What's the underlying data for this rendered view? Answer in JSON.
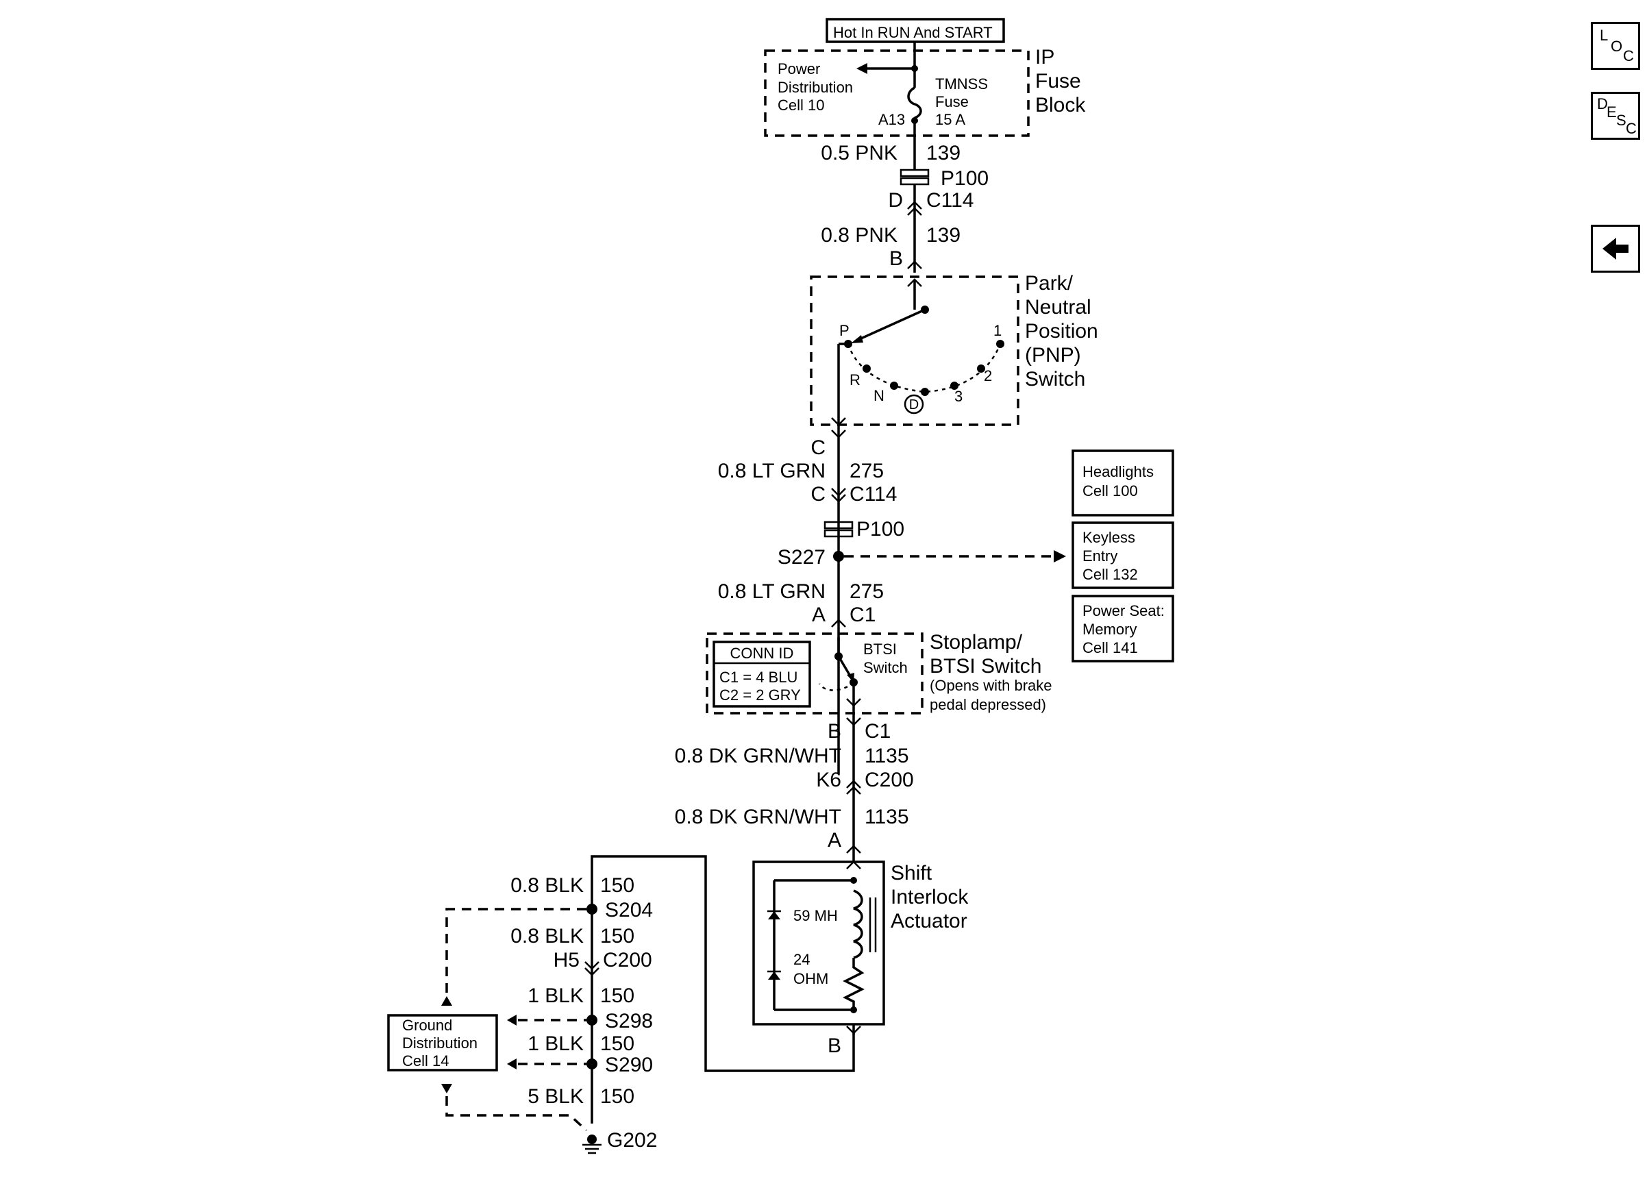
{
  "header": {
    "power_source": "Hot In RUN And START"
  },
  "fuse_block": {
    "title": [
      "IP",
      "Fuse",
      "Block"
    ],
    "power_dist": [
      "Power",
      "Distribution",
      "Cell 10"
    ],
    "fuse": [
      "TMNSS",
      "Fuse",
      "15 A"
    ],
    "terminal": "A13"
  },
  "wires": {
    "w1": {
      "gauge": "0.5 PNK",
      "circuit": "139"
    },
    "w2": {
      "gauge": "0.8 PNK",
      "circuit": "139"
    },
    "w3": {
      "gauge": "0.8 LT GRN",
      "circuit": "275"
    },
    "w4": {
      "gauge": "0.8 LT GRN",
      "circuit": "275"
    },
    "w5": {
      "gauge": "0.8 DK GRN/WHT",
      "circuit": "1135"
    },
    "w6": {
      "gauge": "0.8 DK GRN/WHT",
      "circuit": "1135"
    },
    "g1": {
      "gauge": "0.8 BLK",
      "circuit": "150"
    },
    "g2": {
      "gauge": "0.8 BLK",
      "circuit": "150"
    },
    "g3": {
      "gauge": "1 BLK",
      "circuit": "150"
    },
    "g4": {
      "gauge": "1 BLK",
      "circuit": "150"
    },
    "g5": {
      "gauge": "5 BLK",
      "circuit": "150"
    }
  },
  "connectors": {
    "p100": "P100",
    "c114": "C114",
    "c1": "C1",
    "c200": "C200",
    "pin_d": "D",
    "pin_b": "B",
    "pin_c": "C",
    "pin_a": "A",
    "pin_k6": "K6",
    "pin_h5": "H5"
  },
  "pnp_switch": {
    "title": [
      "Park/",
      "Neutral",
      "Position",
      "(PNP)",
      "Switch"
    ],
    "positions": {
      "p": "P",
      "r": "R",
      "n": "N",
      "d": "D",
      "three": "3",
      "two": "2",
      "one": "1"
    }
  },
  "splices": {
    "s227": "S227",
    "s204": "S204",
    "s298": "S298",
    "s290": "S290"
  },
  "ground": "G202",
  "refs": {
    "headlights": [
      "Headlights",
      "Cell 100"
    ],
    "keyless": [
      "Keyless",
      "Entry",
      "Cell 132"
    ],
    "power_seat": [
      "Power Seat:",
      "Memory",
      "Cell 141"
    ],
    "ground_dist": [
      "Ground",
      "Distribution",
      "Cell 14"
    ]
  },
  "stoplamp": {
    "title": [
      "Stoplamp/",
      "BTSI Switch"
    ],
    "note": [
      "(Opens with brake",
      "pedal depressed)"
    ],
    "btsi": [
      "BTSI",
      "Switch"
    ],
    "conn_id": {
      "title": "CONN ID",
      "c1": "C1 = 4 BLU",
      "c2": "C2 = 2 GRY"
    }
  },
  "actuator": {
    "title": [
      "Shift",
      "Interlock",
      "Actuator"
    ],
    "inductance": "59 MH",
    "resistance": [
      "24",
      "OHM"
    ],
    "pin": "B"
  },
  "nav": {
    "loc": {
      "l": "L",
      "o": "O",
      "c": "C"
    },
    "desc": {
      "d": "D",
      "e": "E",
      "s": "S",
      "c": "C"
    },
    "back_icon": "left-arrow-icon"
  }
}
